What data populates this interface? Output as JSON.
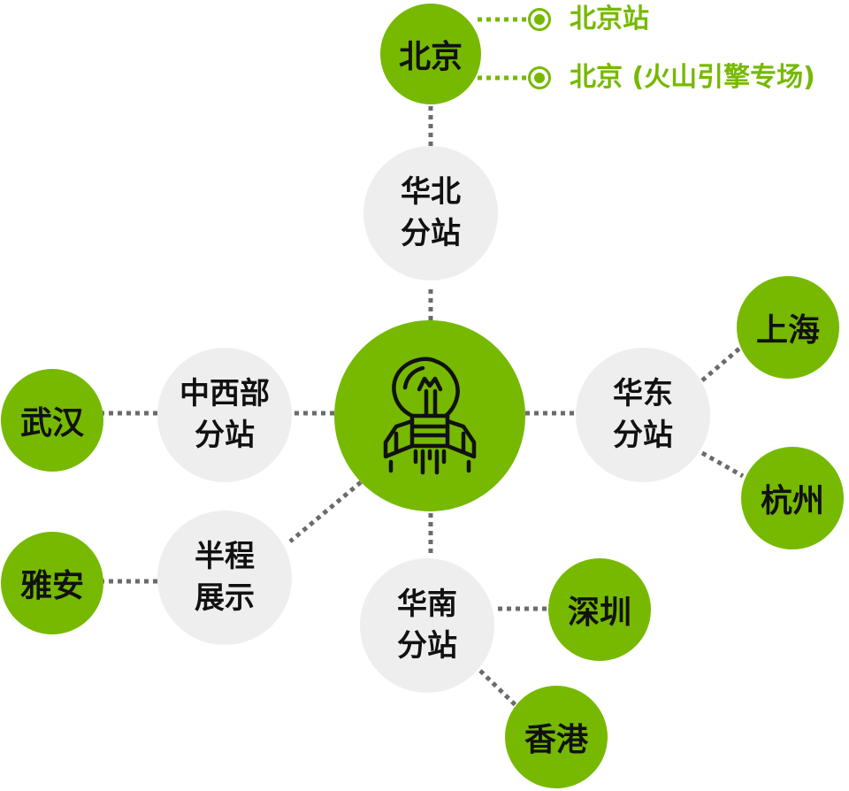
{
  "colors": {
    "accent_green": "#76b900",
    "node_gray": "#eeeeee",
    "text_dark": "#111111",
    "connector_gray": "#6b6b6b"
  },
  "hub": {
    "icon": "lightbulb-rocket-icon"
  },
  "regions": {
    "north": {
      "line1": "华北",
      "line2": "分站"
    },
    "east": {
      "line1": "华东",
      "line2": "分站"
    },
    "south": {
      "line1": "华南",
      "line2": "分站"
    },
    "central_west": {
      "line1": "中西部",
      "line2": "分站"
    },
    "showcase": {
      "line1": "半程",
      "line2": "展示"
    }
  },
  "cities": {
    "beijing": "北京",
    "shanghai": "上海",
    "hangzhou": "杭州",
    "shenzhen": "深圳",
    "hongkong": "香港",
    "wuhan": "武汉",
    "yaan": "雅安"
  },
  "beijing_links": [
    {
      "label": "北京站",
      "icon": "radio-dot-icon"
    },
    {
      "label": "北京 (火山引擎专场)",
      "icon": "radio-dot-icon"
    }
  ]
}
